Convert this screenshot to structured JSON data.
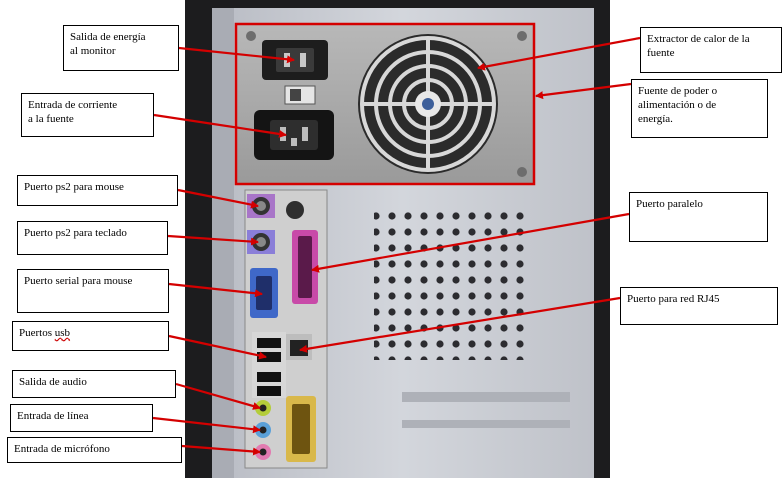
{
  "colors": {
    "arrow": "#d40000",
    "highlight": "#d40000",
    "case": "#c9ccd3",
    "ps2_mouse": "#a875c8",
    "ps2_keyboard": "#8a7ed8",
    "serial": "#3f68c8",
    "parallel": "#c84aa8",
    "usb_area": "#d7d7d7",
    "audio_out": "#b4cd3a",
    "line_in": "#5aa0d8",
    "mic": "#e27ab0"
  },
  "labels": {
    "salida_monitor": "Salida de energía\nal monitor",
    "entrada_corriente": "Entrada de corriente\na la  fuente",
    "ps2_mouse": "Puerto ps2 para mouse",
    "ps2_teclado": "Puerto ps2 para teclado",
    "serial_mouse": "Puerto serial para mouse",
    "usb_prefix": "Puertos ",
    "usb_word": "usb",
    "salida_audio": "Salida de audio",
    "entrada_linea": "Entrada de línea",
    "entrada_microfono": "Entrada de micrófono",
    "extractor": "Extractor de calor de la\nfuente",
    "fuente": "Fuente de poder o\nalimentación o de\nenergía.",
    "paralelo": "Puerto paralelo",
    "rj45": "Puerto para red RJ45"
  }
}
